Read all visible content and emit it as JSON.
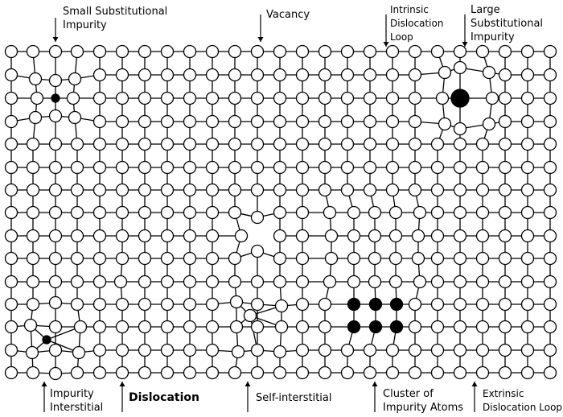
{
  "labels": {
    "small_sub": "Small Substitutional\nImpurity",
    "vacancy": "Vacancy",
    "intrinsic_loop": "Intrinsic\nDislocation\nLoop",
    "large_sub": "Large\nSubstitutional\nImpurity",
    "impurity_interstitial": "Impurity\nInterstitial",
    "dislocation": "Dislocation",
    "self_interstitial": "Self-interstitial",
    "cluster": "Cluster of\nImpurity Atoms",
    "extrinsic_loop": "Extrinsic\nDislocation Loop"
  },
  "colors": {
    "atom_fill": "#ffffff",
    "atom_stroke": "#000000",
    "impurity_fill": "#000000",
    "bond": "#000000"
  }
}
